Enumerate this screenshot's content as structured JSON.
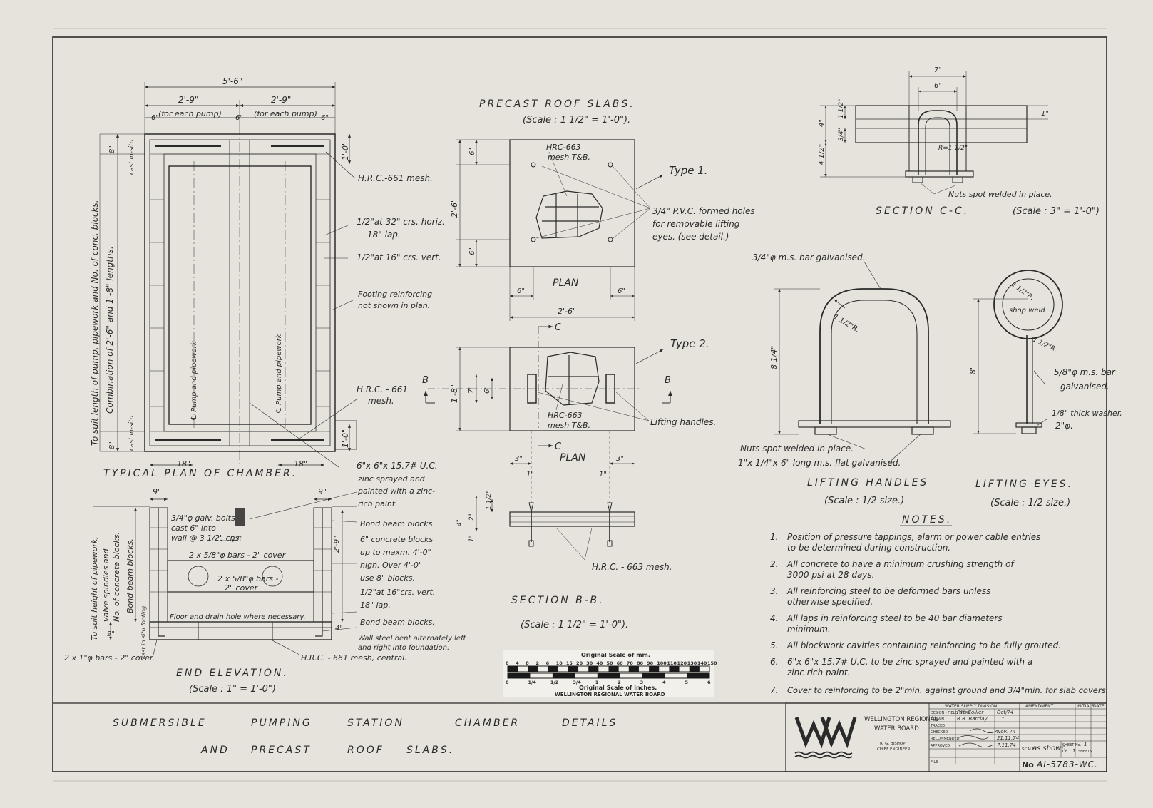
{
  "plan": {
    "title": "TYPICAL PLAN OF CHAMBER.",
    "overall_dim": "5'-6\"",
    "half_dim_left": "2'-9\"",
    "half_dim_right": "2'-9\"",
    "for_each_pump_left": "(for each pump)",
    "for_each_pump_right": "(for each pump)",
    "six_a": "6\"",
    "six_b": "6\"",
    "six_c": "6\"",
    "one_foot_top": "1'-0\"",
    "one_foot_bottom": "1'-0\"",
    "cast_top": "cast in-situ",
    "cast_bottom": "cast in-situ",
    "eight_top": "8\"",
    "eight_bottom": "8\"",
    "side_note": "To suit length of pump, pipework and No. of conc. blocks.",
    "side_note2": "Combination of 2'-6\" and 1'-8\" lengths.",
    "pump_label_left": "℄ Pump and pipework",
    "pump_label_right": "℄ Pump and pipework",
    "dim_18_left": "18\"",
    "dim_18_right": "18\"",
    "hrc661_mesh": "H.R.C.-661 mesh.",
    "bars_horiz": "1/2\"at 32\" crs. horiz.",
    "lap18": "18\" lap.",
    "bars_vert": "1/2\"at 16\" crs. vert.",
    "footing_1": "Footing reinforcing",
    "footing_2": "not shown in plan.",
    "hrc661_b1": "H.R.C. - 661",
    "hrc661_b2": "mesh.",
    "uc_1": "6\"x 6\"x 15.7# U.C.",
    "uc_2": "zinc sprayed and",
    "uc_3": "painted with a zinc-",
    "uc_4": "rich paint."
  },
  "elevation": {
    "title": "END ELEVATION.",
    "scale": "(Scale : 1\" = 1'-0\")",
    "nine_left": "9\"",
    "nine_right": "9\"",
    "bolts_1": "3/4\"φ galv. bolts",
    "bolts_2": "cast 6\" into",
    "bolts_3": "wall @ 3 1/2\" cns.",
    "seven": "7\"",
    "bars_a": "2 x 5/8\"φ bars - 2\" cover",
    "bars_b1": "2 x 5/8\"φ bars -",
    "bars_b2": "2\" cover",
    "floor": "Floor and drain hole where necessary.",
    "side_1": "To suit height of pipework,",
    "side_2": "valve spindles and",
    "side_3": "No. of concrete blocks.",
    "bond_vert": "Bond beam blocks.",
    "cast_foot": "cast in situ footing",
    "nine_bottom": "9\"",
    "two_nine": "2'-9\"",
    "four": "4\"",
    "bond_top": "Bond beam blocks",
    "conc_1": "6\" concrete blocks",
    "conc_2": "up to maxm. 4'-0\"",
    "conc_3": "high. Over 4'-0\"",
    "conc_4": "use 8\" blocks.",
    "vert_1": "1/2\"at 16\"crs. vert.",
    "vert_2": "18\" lap.",
    "bond_bot": "Bond beam blocks.",
    "wall_1": "Wall steel bent alternately left",
    "wall_2": "and right into foundation.",
    "two_bars": "2 x 1\"φ bars - 2\" cover.",
    "hrc_central": "H.R.C. - 661 mesh, central."
  },
  "slabs": {
    "title": "PRECAST ROOF SLABS.",
    "scale": "(Scale : 1 1/2\" = 1'-0\").",
    "mesh_top_1": "HRC-663",
    "mesh_top_2": "mesh T&B.",
    "type1": "Type 1.",
    "pvc_1": "3/4\" P.V.C. formed holes",
    "pvc_2": "for removable lifting",
    "pvc_3": "eyes. (see detail.)",
    "six_top": "6\"",
    "six_bot": "6\"",
    "two_six_v": "2'-6\"",
    "plan1": "PLAN",
    "six_l": "6\"",
    "six_r": "6\"",
    "two_six_h": "2'-6\"",
    "cut_c": "C",
    "type2": "Type 2.",
    "b_left": "B",
    "b_right": "B",
    "one_eight": "1'-8\"",
    "seven": "7\"",
    "six_mid": "6\"",
    "mesh_b_1": "HRC-663",
    "mesh_b_2": "mesh T&B.",
    "lifting": "Lifting handles.",
    "plan2": "PLAN",
    "three_l": "3\"",
    "three_r": "3\"",
    "one_l": "1\"",
    "one_r": "1\"",
    "sec_dims": [
      "1 1/2\"",
      "4\"",
      "2\"",
      "1\""
    ],
    "hrc663": "H.R.C. - 663 mesh.",
    "sec_b_title": "SECTION B-B.",
    "sec_b_scale": "(Scale : 1 1/2\" = 1'-0\")."
  },
  "section_c": {
    "seven": "7\"",
    "six": "6\"",
    "four": "4\"",
    "one_half": "1 1/2\"",
    "three_q": "3/4\"",
    "four_half": "4 1/2\"",
    "one": "1\"",
    "radius": "R=1 1/2\"",
    "nuts": "Nuts spot welded in place.",
    "title": "SECTION C-C.",
    "scale": "(Scale : 3\" = 1'-0\")"
  },
  "handles": {
    "bar": "3/4\"φ m.s. bar galvanised.",
    "radius": "1 1/2\"R.",
    "height": "8 1/4\"",
    "nuts": "Nuts spot welded in place.",
    "flat": "1\"x 1/4\"x 6\" long m.s. flat galvanised.",
    "title": "LIFTING HANDLES",
    "scale": "(Scale : 1/2 size.)"
  },
  "eyes": {
    "r1": "1 1/2\"R.",
    "weld": "shop weld",
    "r2": "1 1/2\"R.",
    "height": "8\"",
    "bar_1": "5/8\"φ m.s. bar",
    "bar_2": "galvanised.",
    "washer_1": "1/8\" thick washer,",
    "washer_2": "2\"φ.",
    "title": "LIFTING EYES.",
    "scale": "(Scale : 1/2 size.)"
  },
  "notes": {
    "title": "NOTES.",
    "items": [
      {
        "num": "1.",
        "lines": [
          "Position of pressure tappings, alarm or power cable entries",
          "to be determined during construction."
        ]
      },
      {
        "num": "2.",
        "lines": [
          "All concrete to have a minimum crushing strength of",
          "3000 psi at 28 days."
        ]
      },
      {
        "num": "3.",
        "lines": [
          "All reinforcing steel to be deformed bars unless",
          "otherwise specified."
        ]
      },
      {
        "num": "4.",
        "lines": [
          "All laps in reinforcing steel to be 40 bar diameters",
          "minimum."
        ]
      },
      {
        "num": "5.",
        "lines": [
          "All blockwork cavities containing reinforcing to be fully grouted."
        ]
      },
      {
        "num": "6.",
        "lines": [
          "6\"x 6\"x 15.7# U.C. to be zinc sprayed and painted with a",
          "zinc rich paint."
        ]
      },
      {
        "num": "7.",
        "lines": [
          "Cover to reinforcing to be 2\"min. against ground and 3/4\"min. for slab covers."
        ]
      }
    ]
  },
  "scalebar": {
    "mm_label": "Original Scale of mm.",
    "mm_ticks": [
      "0",
      "4",
      "8",
      "2",
      "6",
      "10",
      "15",
      "20",
      "30",
      "40",
      "50",
      "60",
      "70",
      "80",
      "90",
      "100",
      "110",
      "120",
      "130",
      "140",
      "150"
    ],
    "in_label": "Original Scale of inches.",
    "in_ticks": [
      "0",
      "1/4",
      "1/2",
      "3/4",
      "1",
      "2",
      "3",
      "4",
      "5",
      "6"
    ],
    "board": "WELLINGTON REGIONAL WATER BOARD"
  },
  "drawing_title": {
    "line1": [
      "SUBMERSIBLE",
      "PUMPING",
      "STATION",
      "CHAMBER",
      "DETAILS"
    ],
    "line2": [
      "AND",
      "PRECAST",
      "ROOF",
      "SLABS."
    ]
  },
  "title_block": {
    "division": "WATER SUPPLY DIVISION",
    "amendment": "AMENDMENT",
    "initials": "INITIALS",
    "date": "DATE",
    "org_1": "WELLINGTON REGIONAL",
    "org_2": "WATER BOARD",
    "engineer_1": "R. G. BISHOP",
    "engineer_2": "CHIEF ENGINEER",
    "rows": [
      {
        "label": "DESIGN - FIELD WORK",
        "value": "F.H. Collier",
        "date": "Oct/74"
      },
      {
        "label": "DRAWN",
        "value": "R.R. Barclay",
        "date": "\""
      },
      {
        "label": "TRACED",
        "value": "",
        "date": ""
      },
      {
        "label": "CHECKED",
        "value": "",
        "date": "Nov. 74"
      },
      {
        "label": "RECOMMENDED",
        "value": "",
        "date": "21.11.74"
      },
      {
        "label": "APPROVED",
        "value": "",
        "date": "7.11.74"
      },
      {
        "label": "FILE",
        "value": "",
        "date": ""
      }
    ],
    "scale_label": "SCALE",
    "scale_value": "as shown.",
    "sheet_label": "SHEET No.",
    "sheet_value": "1",
    "of_label": "OF",
    "of_value": "1",
    "sheets_label": "SHEETS",
    "no_label": "No",
    "drawing_no": "AI-5783-WC."
  }
}
